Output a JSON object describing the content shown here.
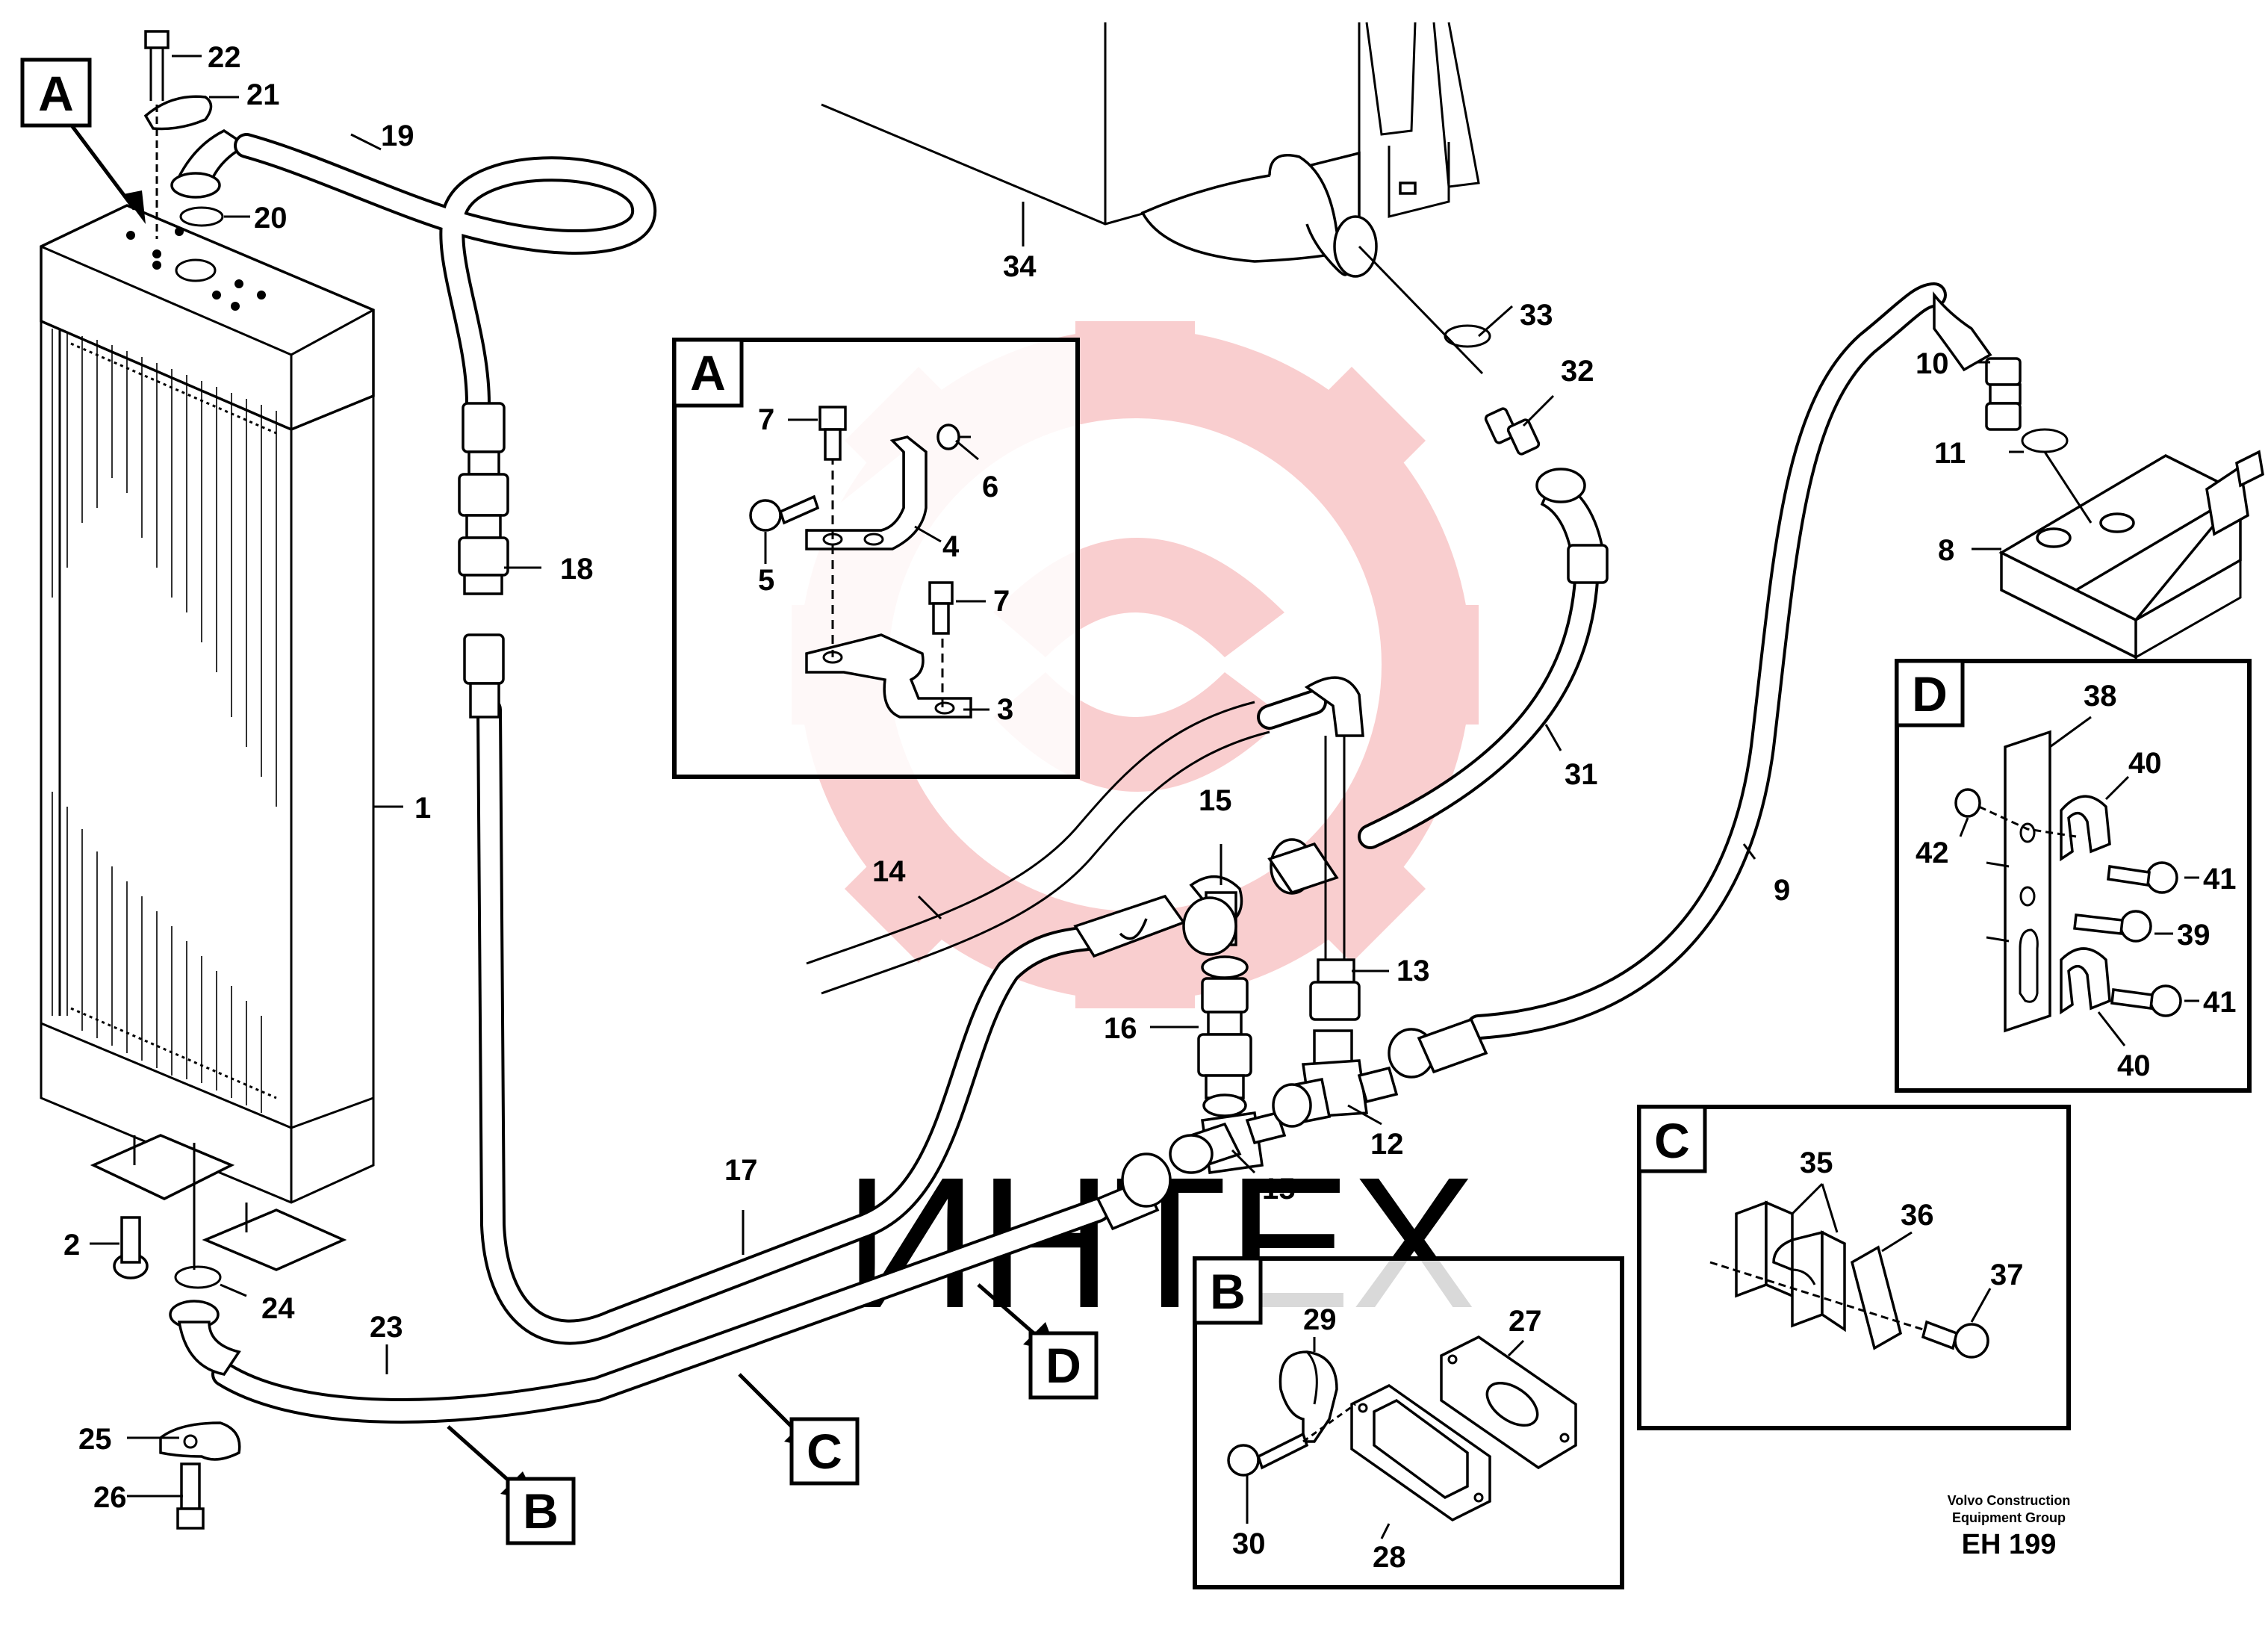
{
  "callouts": {
    "c1": "1",
    "c2": "2",
    "c3": "3",
    "c4": "4",
    "c5": "5",
    "c6": "6",
    "c7a": "7",
    "c7b": "7",
    "c8": "8",
    "c9": "9",
    "c10": "10",
    "c11": "11",
    "c12": "12",
    "c13": "13",
    "c14": "14",
    "c15a": "15",
    "c15b": "15",
    "c16": "16",
    "c17": "17",
    "c18": "18",
    "c19": "19",
    "c20": "20",
    "c21": "21",
    "c22": "22",
    "c23": "23",
    "c24": "24",
    "c25": "25",
    "c26": "26",
    "c27": "27",
    "c28": "28",
    "c29": "29",
    "c30": "30",
    "c31": "31",
    "c32": "32",
    "c33": "33",
    "c34": "34",
    "c35": "35",
    "c36": "36",
    "c37": "37",
    "c38": "38",
    "c39": "39",
    "c40a": "40",
    "c40b": "40",
    "c41a": "41",
    "c41b": "41",
    "c42": "42"
  },
  "view_letters": {
    "a_main": "A",
    "a_inset": "A",
    "b_pointer": "B",
    "b_inset": "B",
    "c_pointer": "C",
    "c_inset": "C",
    "d_pointer": "D",
    "d_inset": "D"
  },
  "credit": {
    "line1": "Volvo Construction",
    "line2": "Equipment Group",
    "code": "EH 199"
  },
  "watermark": {
    "text": "ИНТЕХ",
    "logo": "gear-logo-icon",
    "color": "#e8262a"
  }
}
